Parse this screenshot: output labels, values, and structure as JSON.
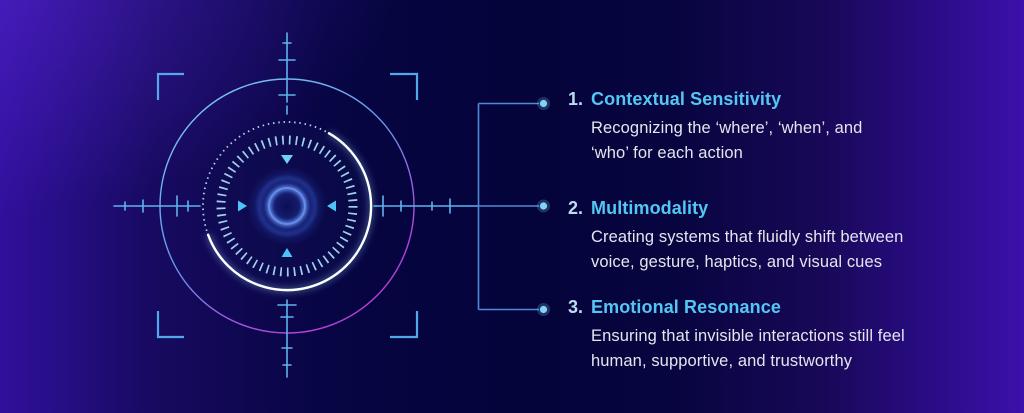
{
  "theme": {
    "background_left_purple": "#30109c",
    "background_center_navy": "#04043a",
    "background_right_purple": "#3c10aa",
    "heading_cyan": "#53c7f3",
    "number_color": "#bcdcf2",
    "body_text_color": "#e4e5ef",
    "connector_blue": "#4e8ad6",
    "dot_cyan": "#82d4f7",
    "bracket_blue": "#4fa9ea",
    "ruler_blue": "#5fb3ee",
    "outer_ring_cyan": "#7fd9f8",
    "outer_ring_magenta": "#c93cda",
    "inner_ring_white": "#fdfeff",
    "arrow_cyan": "#4fc3f7",
    "center_glow_blue": "#4a74dd"
  },
  "graphic": {
    "name": "futuristic-target-reticle",
    "elements": [
      "outer-gradient-circle",
      "inner-white-ring",
      "beaded-dotted-ring",
      "radial-tick-ring",
      "four-inward-arrows",
      "center-glow-rings",
      "crosshair-rulers",
      "corner-brackets",
      "connector-bracket-with-dots"
    ]
  },
  "list": {
    "items": [
      {
        "number": "1.",
        "title": "Contextual Sensitivity",
        "line1": "Recognizing the ‘where’, ‘when’, and",
        "line2": "‘who’ for each action"
      },
      {
        "number": "2.",
        "title": "Multimodality",
        "line1": "Creating systems that fluidly shift between",
        "line2": "voice, gesture, haptics, and visual cues"
      },
      {
        "number": "3.",
        "title": "Emotional Resonance",
        "line1": "Ensuring that invisible interactions still feel",
        "line2": "human, supportive, and trustworthy"
      }
    ]
  }
}
